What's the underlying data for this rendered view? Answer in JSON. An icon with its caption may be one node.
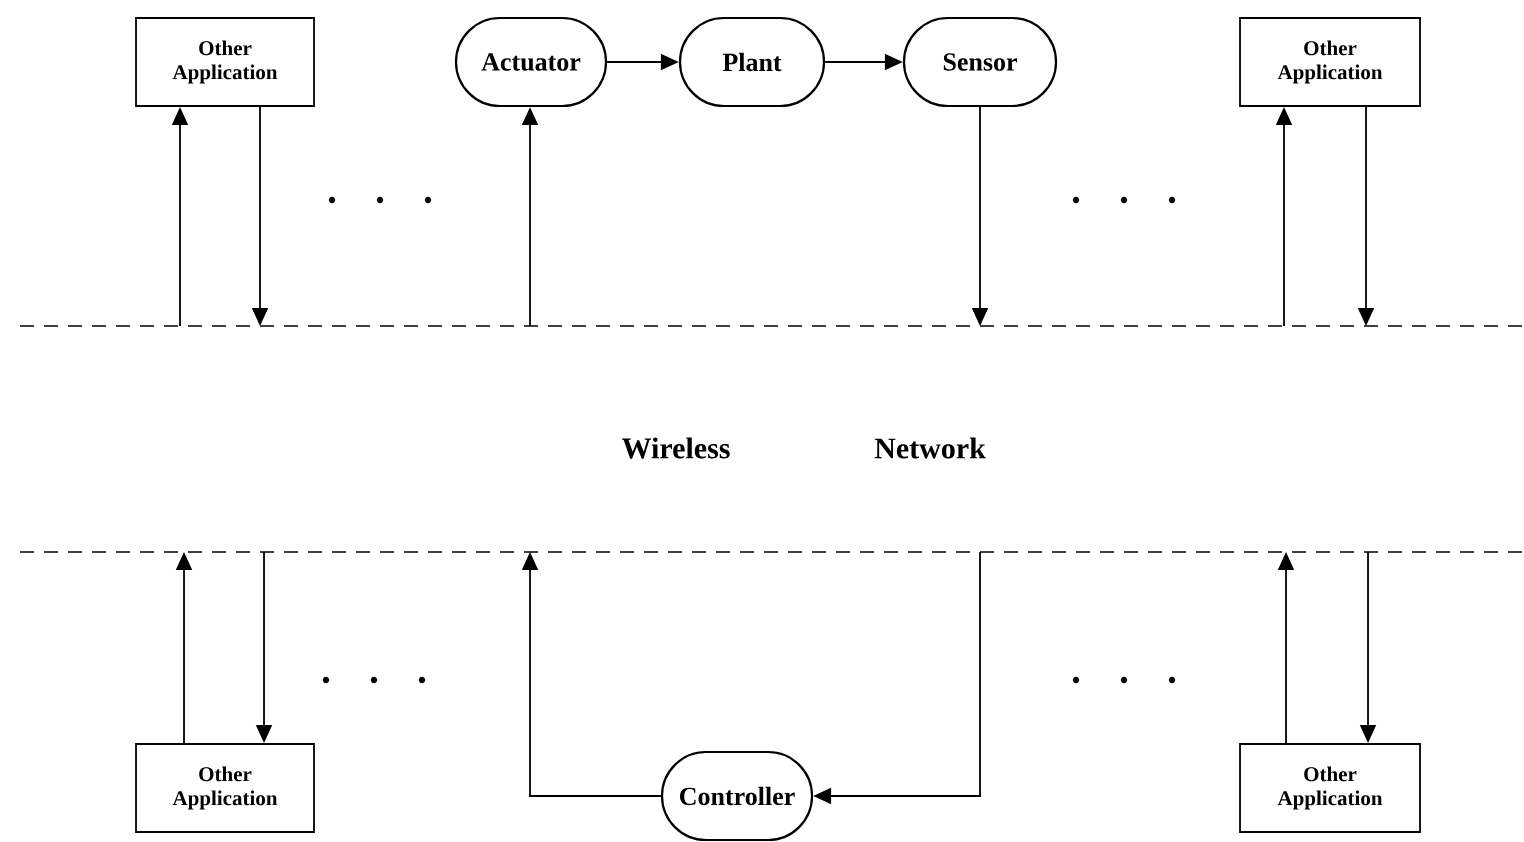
{
  "diagram": {
    "nodes": [
      {
        "text": [
          "Other Application"
        ]
      },
      {
        "text": [
          "Actuator"
        ]
      },
      {
        "text": [
          "Plant"
        ]
      },
      {
        "text": [
          "Sensor"
        ]
      },
      {
        "text": [
          "Other Application"
        ]
      },
      {
        "text": [
          "Other Application"
        ]
      },
      {
        "text": [
          "Controller"
        ]
      },
      {
        "text": [
          "Other Application"
        ]
      }
    ],
    "edges": [
      {
        "from": null,
        "to": 0,
        "arrow": "to"
      },
      {
        "from": 0,
        "to": null,
        "arrow": "to"
      },
      {
        "from": null,
        "to": 1,
        "arrow": "to"
      },
      {
        "from": 1,
        "to": 2,
        "arrow": "to"
      },
      {
        "from": 2,
        "to": 3,
        "arrow": "to"
      },
      {
        "from": 3,
        "to": null,
        "arrow": "to"
      },
      {
        "from": null,
        "to": 4,
        "arrow": "to"
      },
      {
        "from": 4,
        "to": null,
        "arrow": "to"
      },
      {
        "from": 5,
        "to": null,
        "arrow": "to"
      },
      {
        "from": null,
        "to": 5,
        "arrow": "to"
      },
      {
        "from": 6,
        "to": null,
        "arrow": "to"
      },
      {
        "from": null,
        "to": 6,
        "arrow": "to"
      },
      {
        "from": 7,
        "to": null,
        "arrow": "to"
      },
      {
        "from": null,
        "to": 7,
        "arrow": "to"
      }
    ],
    "labels": [
      "Wireless",
      "Network"
    ]
  }
}
